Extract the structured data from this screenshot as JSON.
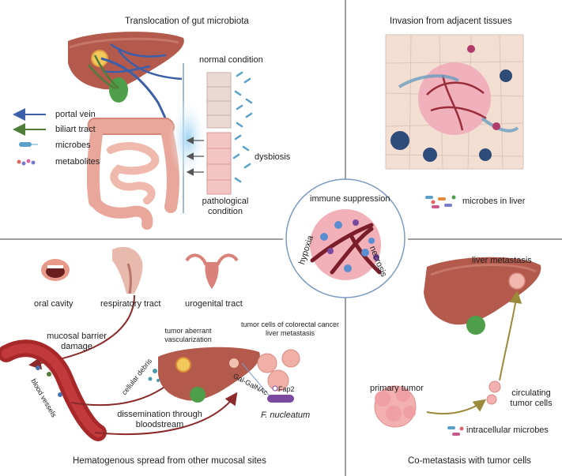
{
  "panels": {
    "top_left_title": "Translocation of gut microbiota",
    "top_right_title": "Invasion from adjacent tissues",
    "bottom_left_title": "Hematogenous spread from other mucosal sites",
    "bottom_right_title": "Co-metastasis with tumor cells"
  },
  "legend": {
    "portal_vein": "portal vein",
    "biliary_tract": "biliart tract",
    "microbes": "microbes",
    "metabolites": "metabolites",
    "colors": {
      "portal_vein": "#3b5fa8",
      "biliary_tract": "#4f7d3a"
    }
  },
  "gut": {
    "normal_condition": "normal condition",
    "dysbiosis": "dysbiosis",
    "pathological_condition": "pathological condition"
  },
  "center": {
    "immune_suppression": "immune suppression",
    "hypoxia": "hypoxia",
    "necrosis": "necrosis"
  },
  "invasion": {
    "microbes_in_liver": "microbes in liver"
  },
  "hematogenous": {
    "oral_cavity": "oral cavity",
    "respiratory_tract": "respiratory tract",
    "urogenital_tract": "urogenital tract",
    "mucosal_barrier_damage": "mucosal barrier damage",
    "tumor_aberrant_vascularization": "tumor aberrant vascularization",
    "cellular_debris": "cellular debris",
    "blood_vessels": "blood vessels",
    "dissemination": "dissemination through bloodstream",
    "crlm_cells": "tumor cells of colorectal cancer liver metastasis",
    "gal_galnac": "Gal-GalNAc",
    "fap2": "Fap2",
    "f_nucleatum": "F. nucleatum"
  },
  "cometastasis": {
    "liver_metastasis": "liver metastasis",
    "primary_tumor": "primary tumor",
    "circulating_tumor_cells": "circulating tumor cells",
    "intracellular_microbes": "intracellular microbes"
  }
}
